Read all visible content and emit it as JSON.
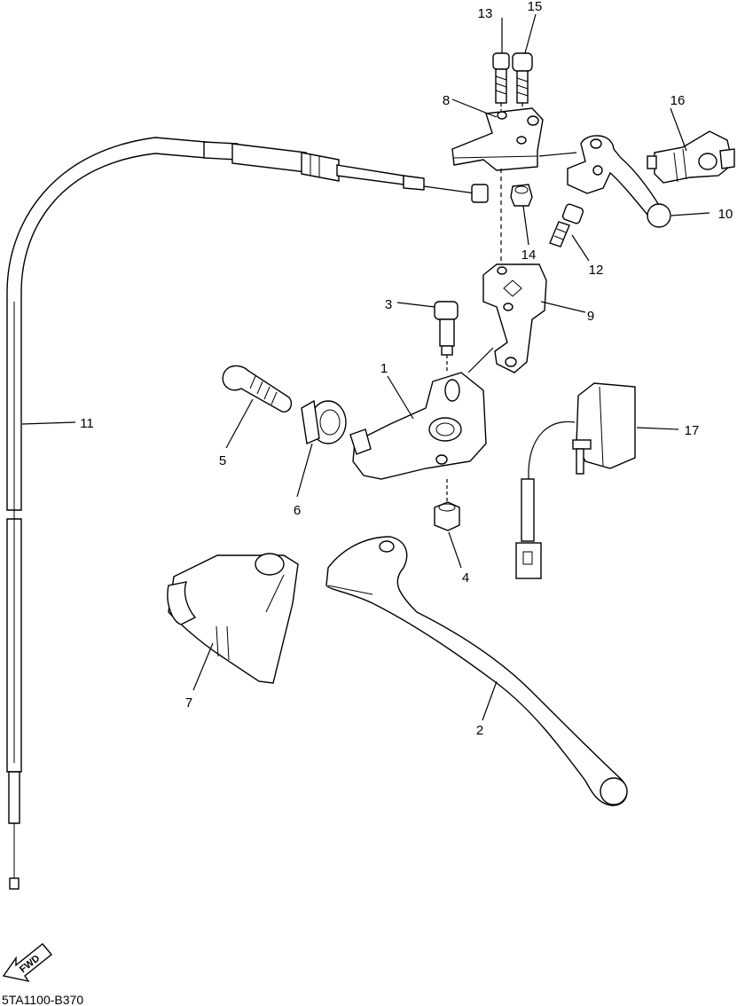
{
  "diagram": {
    "callouts": [
      "1",
      "2",
      "3",
      "4",
      "5",
      "6",
      "7",
      "8",
      "9",
      "10",
      "11",
      "12",
      "13",
      "14",
      "15",
      "16",
      "17"
    ],
    "direction_badge": "FWD",
    "drawing_code": "5TA1100-B370"
  }
}
